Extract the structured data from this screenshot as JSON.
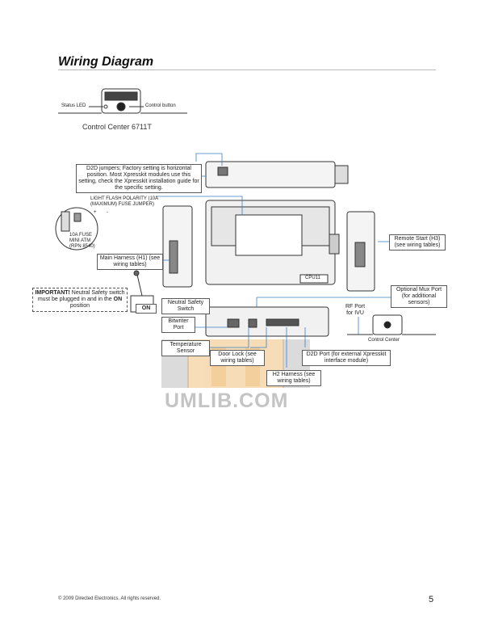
{
  "page": {
    "heading": "Wiring Diagram",
    "footer_copyright": "© 2009 Directed Electronics. All rights reserved.",
    "page_number": "5",
    "watermark": "UMLIB.COM"
  },
  "control_center_top": {
    "status_led_label": "Status LED",
    "control_button_label": "Control button",
    "caption": "Control Center 6711T"
  },
  "callouts": {
    "d2d_jumpers": "D2D jumpers; Factory setting is horizontal position. Most Xpresskit modules use this setting, check the Xpresskit installation guide for the specific setting.",
    "light_flash_polarity": "LIGHT FLASH POLARITY (10A (MAXIMUM) FUSE JUMPER)",
    "plus": "+",
    "minus": "-",
    "fuse": "10A FUSE MINI ATM (RPN 8540)",
    "main_harness": "Main Harness (H1) (see wiring tables)",
    "remote_start": "Remote Start (H3) (see wiring tables)",
    "cpu_label": "CPU11",
    "important_prefix": "IMPORTANT!",
    "important_text": " Neutral Safety switch must be plugged in and in the ",
    "important_on": "ON",
    "important_suffix": " position",
    "on_label": "ON",
    "neutral_safety": "Neutral Safety Switch",
    "bitwriter": "Bitwriter Port",
    "temperature": "Temperature Sensor",
    "door_lock": "Door Lock (see wiring tables)",
    "h2_harness": "H2 Harness (see wiring tables)",
    "d2d_port": "D2D Port (for external Xpresskit interface module)",
    "optional_mux": "Optional Mux Port (for additional sensors)",
    "rf_port": "RF Port for IVU",
    "control_center_bottom": "Control Center"
  },
  "colors": {
    "callout_line": "#3a7fc1",
    "device_outline": "#333333",
    "watermark_orange": "#f0c27f"
  }
}
